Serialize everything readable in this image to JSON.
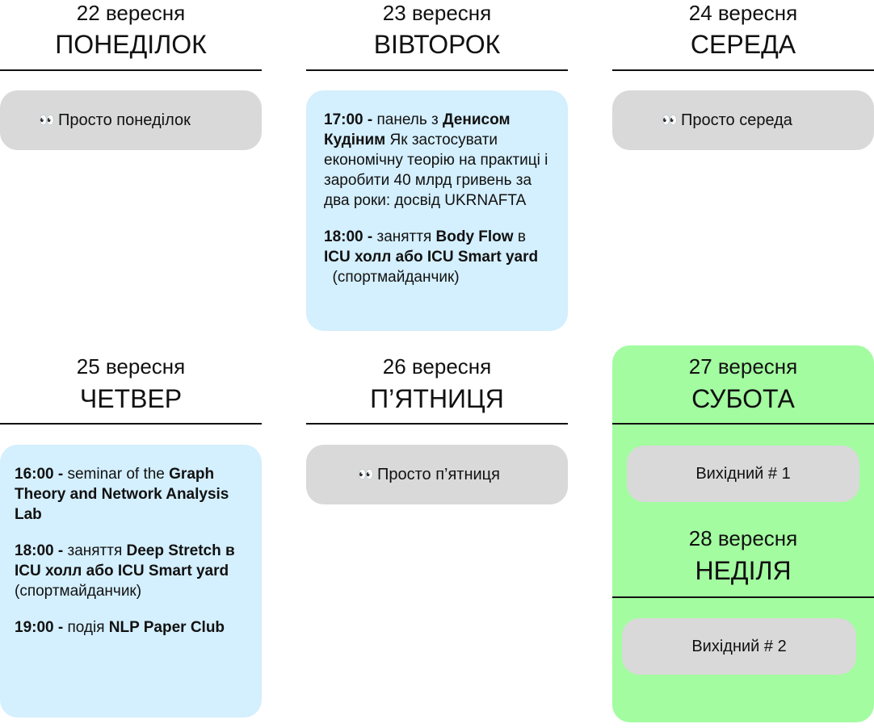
{
  "days": [
    {
      "date": "22 вересня",
      "day": "ПОНЕДІЛОК",
      "note": "Просто понеділок"
    },
    {
      "date": "23 вересня",
      "day": "ВІВТОРОК",
      "events": [
        [
          "17:00 -",
          " панель з ",
          "Денисом Кудіним",
          " Як застосувати економічну теорію на практиці і заробити 40 млрд гривень за два роки: досвід UKRNAFTA"
        ],
        [
          "18:00 -",
          " заняття ",
          "Body Flow",
          " в ",
          "ICU холл або ICU Smart yard",
          "  (спортмайданчик)"
        ]
      ]
    },
    {
      "date": "24 вересня",
      "day": "СЕРЕДА",
      "note": "Просто середа"
    },
    {
      "date": "25 вересня",
      "day": "ЧЕТВЕР",
      "events": [
        [
          "16:00 -",
          " seminar of the ",
          "Graph Theory and Network Analysis Lab"
        ],
        [
          "18:00 -",
          " заняття ",
          "Deep Stretch в ICU холл або ICU Smart yard",
          " (спортмайданчик)"
        ],
        [
          "19:00 -",
          " подія ",
          "NLP Paper Club"
        ]
      ]
    },
    {
      "date": "26 вересня",
      "day": "П’ЯТНИЦЯ",
      "note": "Просто п’ятниця"
    },
    {
      "date": "27 вересня",
      "day": "СУБОТА",
      "note": "Вихідний # 1"
    },
    {
      "date": "28 вересня",
      "day": "НЕДІЛЯ",
      "note": "Вихідний # 2"
    }
  ],
  "icons": {
    "eyes": "👀"
  },
  "colors": {
    "event_card": "#d4effd",
    "empty_card": "#d9d9d9",
    "weekend": "#a3fca0"
  }
}
